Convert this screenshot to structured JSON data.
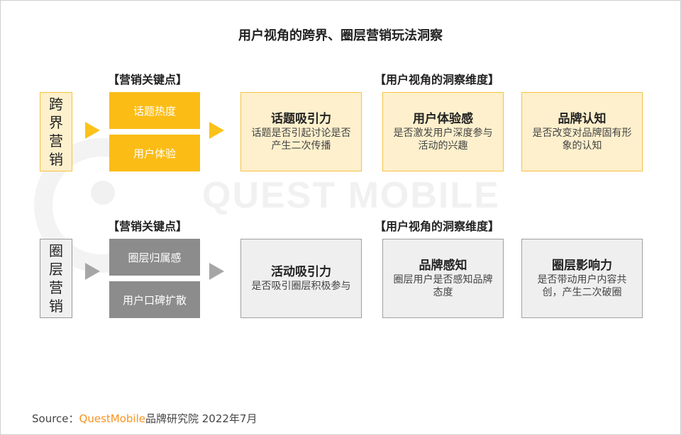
{
  "title": "用户视角的跨界、圈层营销玩法洞察",
  "watermark": "QUEST MOBILE",
  "rows": [
    {
      "side": "跨界营销",
      "key_label": "【营销关键点】",
      "insight_label": "【用户视角的洞察维度】",
      "keys": [
        "话题热度",
        "用户体验"
      ],
      "insights": [
        {
          "title": "话题吸引力",
          "desc": "话题是否引起讨论是否产生二次传播"
        },
        {
          "title": "用户体验感",
          "desc": "是否激发用户深度参与活动的兴趣"
        },
        {
          "title": "品牌认知",
          "desc": "是否改变对品牌固有形象的认知"
        }
      ]
    },
    {
      "side": "圈层营销",
      "key_label": "【营销关键点】",
      "insight_label": "【用户视角的洞察维度】",
      "keys": [
        "圈层归属感",
        "用户口碑扩散"
      ],
      "insights": [
        {
          "title": "活动吸引力",
          "desc": "是否吸引圈层积极参与"
        },
        {
          "title": "品牌感知",
          "desc": "圈层用户是否感知品牌态度"
        },
        {
          "title": "圈层影响力",
          "desc": "是否带动用户内容共创，产生二次破圈"
        }
      ]
    }
  ],
  "source": {
    "prefix": "Source：",
    "brand": "QuestMobile",
    "suffix": "品牌研究院 2022年7月"
  },
  "colors": {
    "yellow": "#fbbc16",
    "gray": "#8c8c8c",
    "brand": "#f7931e"
  }
}
